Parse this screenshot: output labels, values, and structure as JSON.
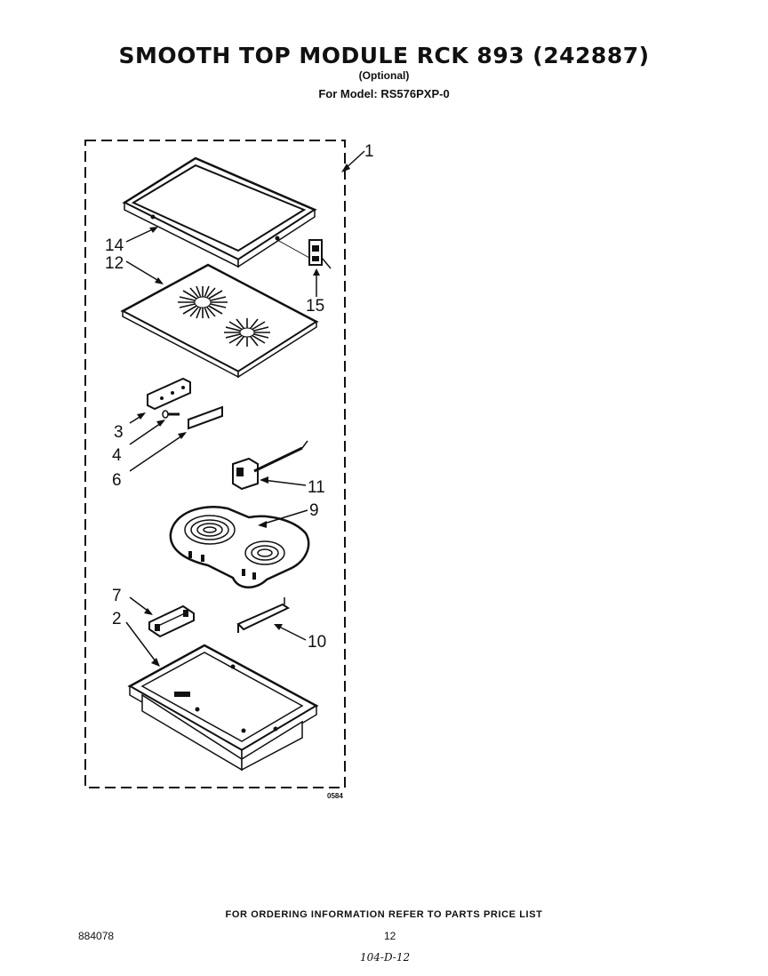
{
  "header": {
    "title": "SMOOTH TOP MODULE RCK 893 (242887)",
    "subtitle": "(Optional)",
    "model": "For Model: RS576PXP-0"
  },
  "diagram": {
    "drawing_code": "0584",
    "callouts": [
      "1",
      "14",
      "12",
      "15",
      "3",
      "4",
      "6",
      "11",
      "9",
      "7",
      "2",
      "10"
    ]
  },
  "footer": {
    "ordering_note": "FOR ORDERING INFORMATION REFER TO PARTS PRICE LIST",
    "document_number": "884078",
    "page_number": "12",
    "handwritten_note": "104-D-12"
  }
}
